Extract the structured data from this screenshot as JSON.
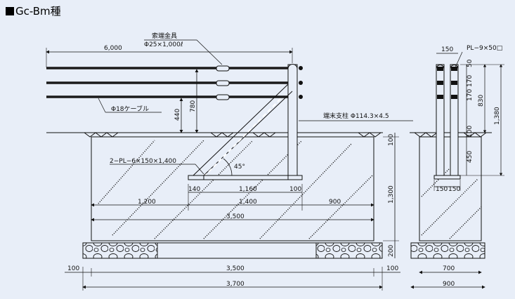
{
  "title": "Gc-Bm種",
  "colors": {
    "background": "#e8eef8",
    "line": "#111111",
    "cable": "#1a1a1a"
  },
  "labels": {
    "fitting_name": "索端金具",
    "fitting_spec": "Φ25×1,000ℓ",
    "cable": "Φ18ケーブル",
    "post": "端末支柱 Φ114.3×4.5",
    "plate": "2−PL−6×150×1,400",
    "side_plate": "PL−9×50□",
    "angle": "45°"
  },
  "dims": {
    "span_6000": "6,000",
    "h_440": "440",
    "h_780": "780",
    "top_100": "100",
    "h_1300": "1,300",
    "h_200": "200",
    "d_140": "140",
    "d_1160": "1,160",
    "d_100": "100",
    "d_1200": "1,200",
    "d_1400": "1,400",
    "d_900": "900",
    "d_3500": "3,500",
    "b_100": "100",
    "b_3500": "3,500",
    "b_100r": "100",
    "b_3700": "3,700",
    "s_150": "150",
    "s_50": "50",
    "s_170a": "170",
    "s_170b": "170",
    "s_830": "830",
    "s_1380": "1,380",
    "s_100": "100",
    "s_450": "450",
    "s_150a": "150",
    "s_150b": "150",
    "s_700": "700",
    "s_900": "900"
  }
}
